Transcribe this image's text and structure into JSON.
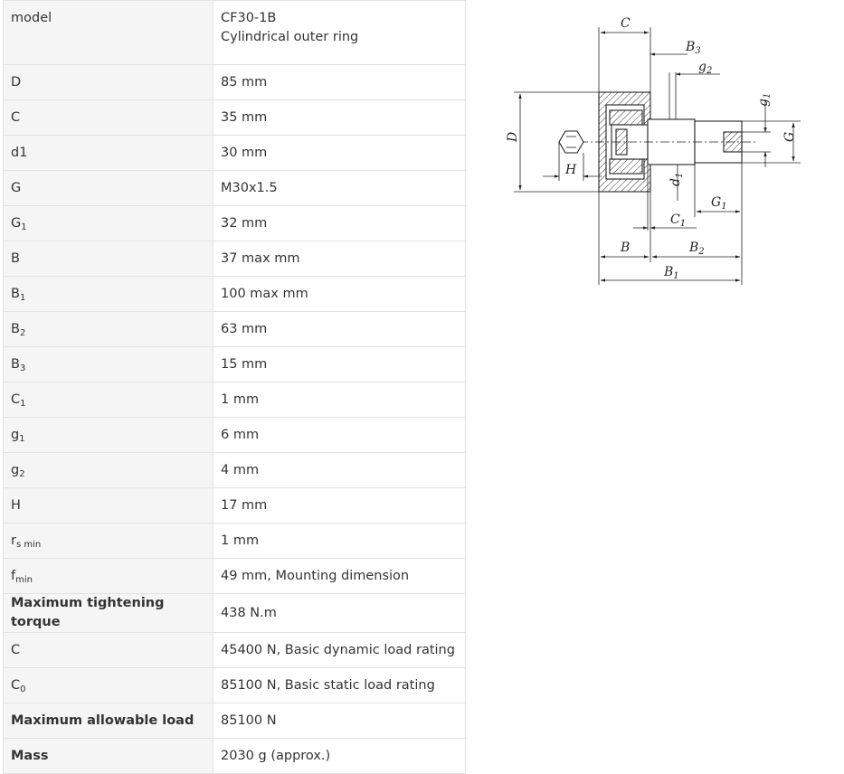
{
  "rows": [
    {
      "key": "model",
      "value": "CF30-1B",
      "value2": "Cylindrical outer ring"
    },
    {
      "key": "D",
      "value": "85 mm"
    },
    {
      "key": "C",
      "value": "35 mm"
    },
    {
      "key": "d1",
      "value": "30 mm"
    },
    {
      "key": "G",
      "value": "M30x1.5"
    },
    {
      "key": "G",
      "sub": "1",
      "value": "32 mm"
    },
    {
      "key": "B",
      "value": "37 max mm"
    },
    {
      "key": "B",
      "sub": "1",
      "value": "100 max mm"
    },
    {
      "key": "B",
      "sub": "2",
      "value": "63 mm"
    },
    {
      "key": "B",
      "sub": "3",
      "value": "15 mm"
    },
    {
      "key": "C",
      "sub": "1",
      "value": "1 mm"
    },
    {
      "key": "g",
      "sub": "1",
      "value": "6 mm"
    },
    {
      "key": "g",
      "sub": "2",
      "value": "4 mm"
    },
    {
      "key": "H",
      "value": "17 mm"
    },
    {
      "key": "r",
      "sub": "s min",
      "value": "1 mm"
    },
    {
      "key": "f",
      "sub": "min",
      "value": "49 mm, Mounting dimension"
    },
    {
      "key": "Maximum tightening torque",
      "value": "438 N.m"
    },
    {
      "key": "C",
      "value": "45400 N, Basic dynamic load rating"
    },
    {
      "key": "C",
      "sub": "0",
      "value": "85100 N, Basic static load rating"
    },
    {
      "key": "Maximum allowable load",
      "value": "85100 N"
    },
    {
      "key": "Mass",
      "value": "2030 g (approx.)"
    }
  ],
  "drawing_labels": {
    "C": "C",
    "B3": "B",
    "B3_sub": "3",
    "g2": "g",
    "g2_sub": "2",
    "g1": "g",
    "g1_sub": "1",
    "D": "D",
    "G": "G",
    "H": "H",
    "d1": "d",
    "d1_sub": "1",
    "G1": "G",
    "G1_sub": "1",
    "C1": "C",
    "C1_sub": "1",
    "B": "B",
    "B2": "B",
    "B2_sub": "2",
    "B1": "B",
    "B1_sub": "1"
  }
}
